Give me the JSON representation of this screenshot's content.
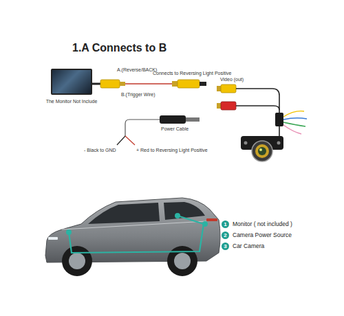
{
  "diagram": {
    "title": "1.A Connects to B",
    "nodes": [
      {
        "text": [
          "The Monitor Not Include"
        ]
      }
    ],
    "labels": [
      "A.(Reverse/BACK)",
      "Connects to Reversing Light Positive",
      "B.(Trigger Wire)",
      "Power Cable",
      "Video (out)",
      "- Black to GND",
      "+ Red to Reversing Light Positive",
      "1",
      "Monitor ( not included )",
      "2",
      "Camera Power Source",
      "3",
      "Car Camera"
    ]
  }
}
